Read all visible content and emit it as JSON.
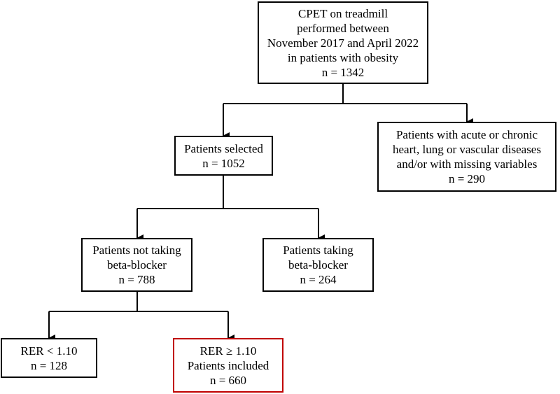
{
  "colors": {
    "border": "#000000",
    "highlight_border": "#c00000",
    "background": "#ffffff"
  },
  "boxes": {
    "cpet": {
      "lines": [
        "CPET on treadmill",
        "performed between",
        "November 2017 and April 2022",
        "in patients with obesity",
        "n = 1342"
      ]
    },
    "excluded": {
      "lines": [
        "Patients with acute or chronic",
        "heart, lung or vascular diseases",
        "and/or with missing variables",
        "n = 290"
      ]
    },
    "selected": {
      "lines": [
        "Patients selected",
        "n = 1052"
      ]
    },
    "not_bb": {
      "lines": [
        "Patients not taking",
        "beta-blocker",
        "n = 788"
      ]
    },
    "bb": {
      "lines": [
        "Patients taking",
        "beta-blocker",
        "n = 264"
      ]
    },
    "rer_low": {
      "lines": [
        "RER < 1.10",
        "n = 128"
      ]
    },
    "rer_high": {
      "lines": [
        "RER ≥ 1.10",
        "Patients included",
        "n = 660"
      ]
    }
  }
}
